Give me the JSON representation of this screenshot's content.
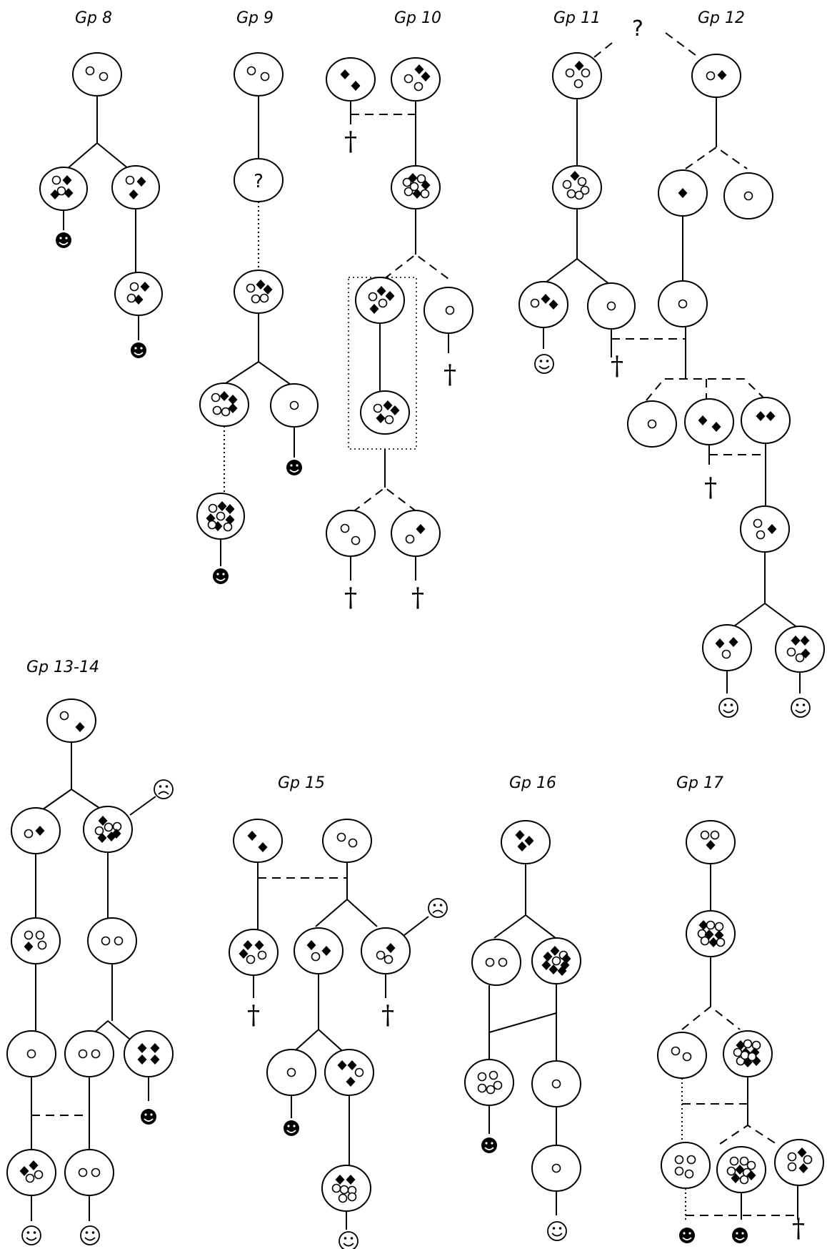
{
  "diagram": {
    "group_labels": [
      "Gp 8",
      "Gp 9",
      "Gp 10",
      "Gp 11",
      "Gp 12",
      "Gp 13-14",
      "Gp 15",
      "Gp 16",
      "Gp 17"
    ],
    "unknown_mark": "?",
    "death_mark": "†",
    "node_legend": {
      "open_circle": "circle glyph",
      "filled_diamond": "diamond glyph"
    }
  }
}
